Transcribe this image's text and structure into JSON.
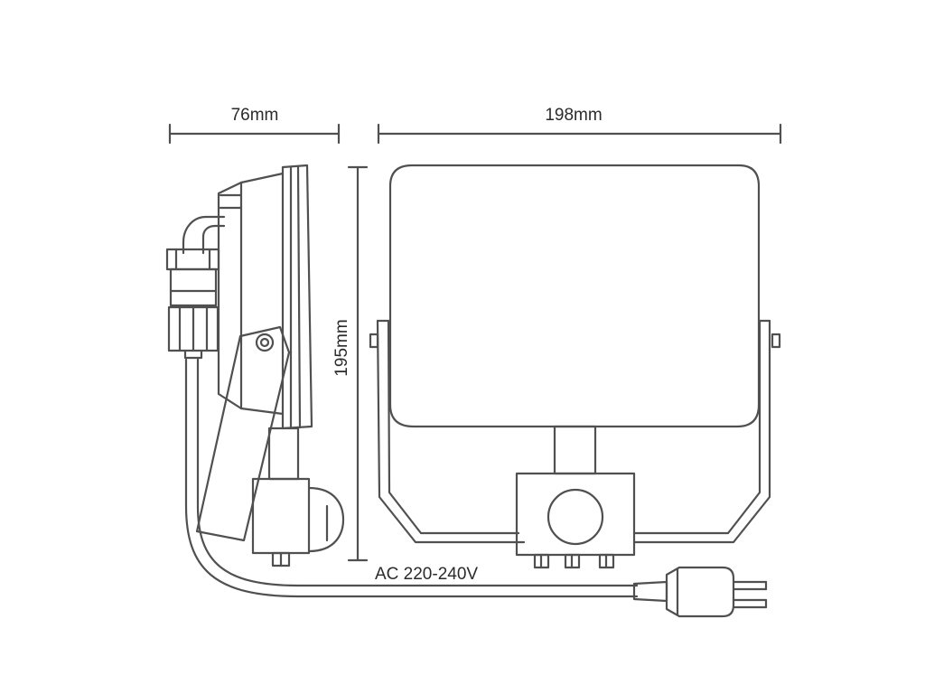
{
  "dimensions": {
    "depth": "76mm",
    "width": "198mm",
    "height": "195mm"
  },
  "power_label": "AC 220-240V"
}
